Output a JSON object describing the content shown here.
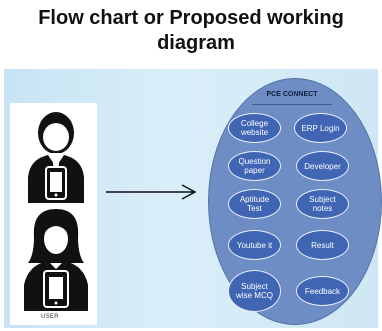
{
  "title": {
    "line1": "Flow chart or Proposed working",
    "line2": "diagram"
  },
  "users": {
    "label": "USER"
  },
  "system": {
    "title": "PCE CONNECT",
    "modules": [
      "College website",
      "ERP Login",
      "Question paper",
      "Developer",
      "Aptitude Test",
      "Subject notes",
      "Youtube it",
      "Result",
      "Subject wise MCQ",
      "Feedback"
    ]
  },
  "colors": {
    "panel_background": "#cfe7f4",
    "container_oval": "#6e8dc4",
    "module_node": "#3f65b3",
    "icon": "#111111"
  },
  "icons": [
    "male-user-with-phone-icon",
    "female-user-with-phone-icon",
    "arrow-right-icon"
  ]
}
